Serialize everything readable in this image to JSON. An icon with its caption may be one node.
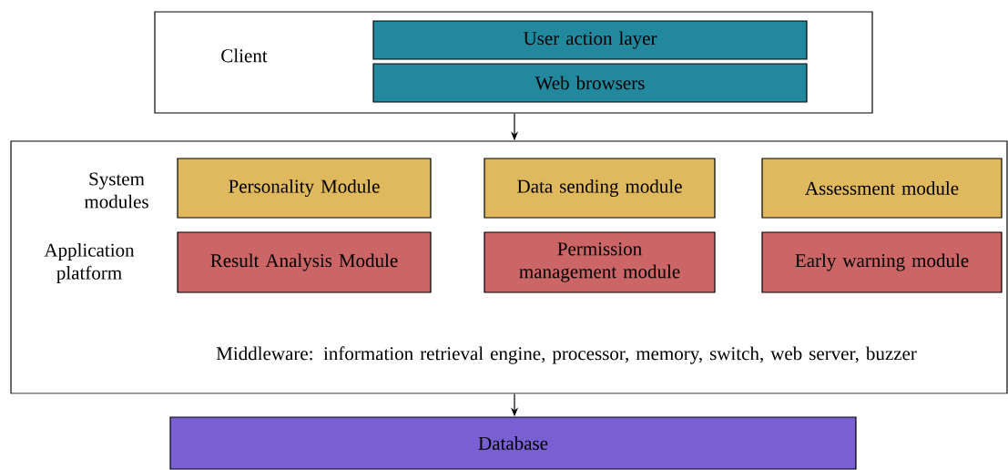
{
  "diagram": {
    "nodes": [
      {
        "text": [
          "Client"
        ]
      },
      {
        "text": [
          "User action layer"
        ],
        "in": 0
      },
      {
        "text": [
          "Web browsers"
        ],
        "in": 0
      },
      {
        "text": [
          "System modules",
          "Application platform",
          "Middleware: information retrieval engine, processor, memory, switch, web server, buzzer"
        ]
      },
      {
        "text": [
          "Personality Module"
        ],
        "in": 3
      },
      {
        "text": [
          "Data sending module"
        ],
        "in": 3
      },
      {
        "text": [
          "Assessment module"
        ],
        "in": 3
      },
      {
        "text": [
          "Result Analysis Module"
        ],
        "in": 3
      },
      {
        "text": [
          "Permission management module"
        ],
        "in": 3
      },
      {
        "text": [
          "Early warning module"
        ],
        "in": 3
      },
      {
        "text": [
          "Database"
        ]
      }
    ],
    "edges": [
      {
        "from": 0,
        "to": 3,
        "arrow": "to"
      },
      {
        "from": 3,
        "to": 10,
        "arrow": "to"
      }
    ]
  }
}
